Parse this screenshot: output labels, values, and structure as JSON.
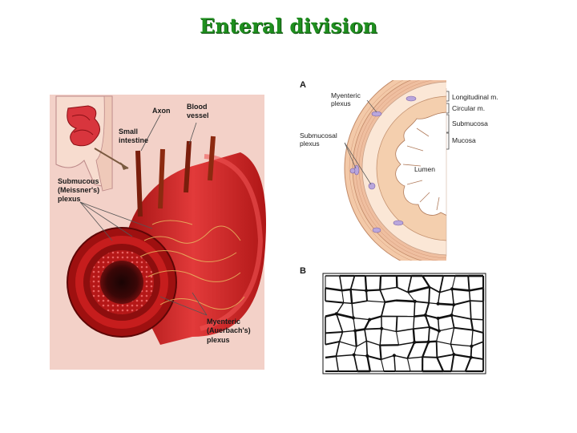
{
  "title": "Enteral division",
  "left_figure": {
    "labels": {
      "axon": "Axon",
      "blood_vessel_1": "Blood",
      "blood_vessel_2": "vessel",
      "small_intestine_1": "Small",
      "small_intestine_2": "intestine",
      "submucous_1": "Submucous",
      "submucous_2": "(Meissner's)",
      "submucous_3": "plexus",
      "myenteric_1": "Myenteric",
      "myenteric_2": "(Auerbach's)",
      "myenteric_3": "plexus"
    }
  },
  "right_figure": {
    "panel_a": "A",
    "panel_b": "B",
    "labels": {
      "myenteric_1": "Myenteric",
      "myenteric_2": "plexus",
      "submucosal_1": "Submucosal",
      "submucosal_2": "plexus",
      "longitudinal": "Longitudinal m.",
      "circular": "Circular m.",
      "submucosa": "Submucosa",
      "mucosa": "Mucosa",
      "lumen": "Lumen"
    }
  },
  "colors": {
    "title": "#1f8f1f",
    "tissue_red": "#c81a1a",
    "muscle_pink": "#f2c2a2",
    "plexus_purple": "#b9a6dc"
  }
}
